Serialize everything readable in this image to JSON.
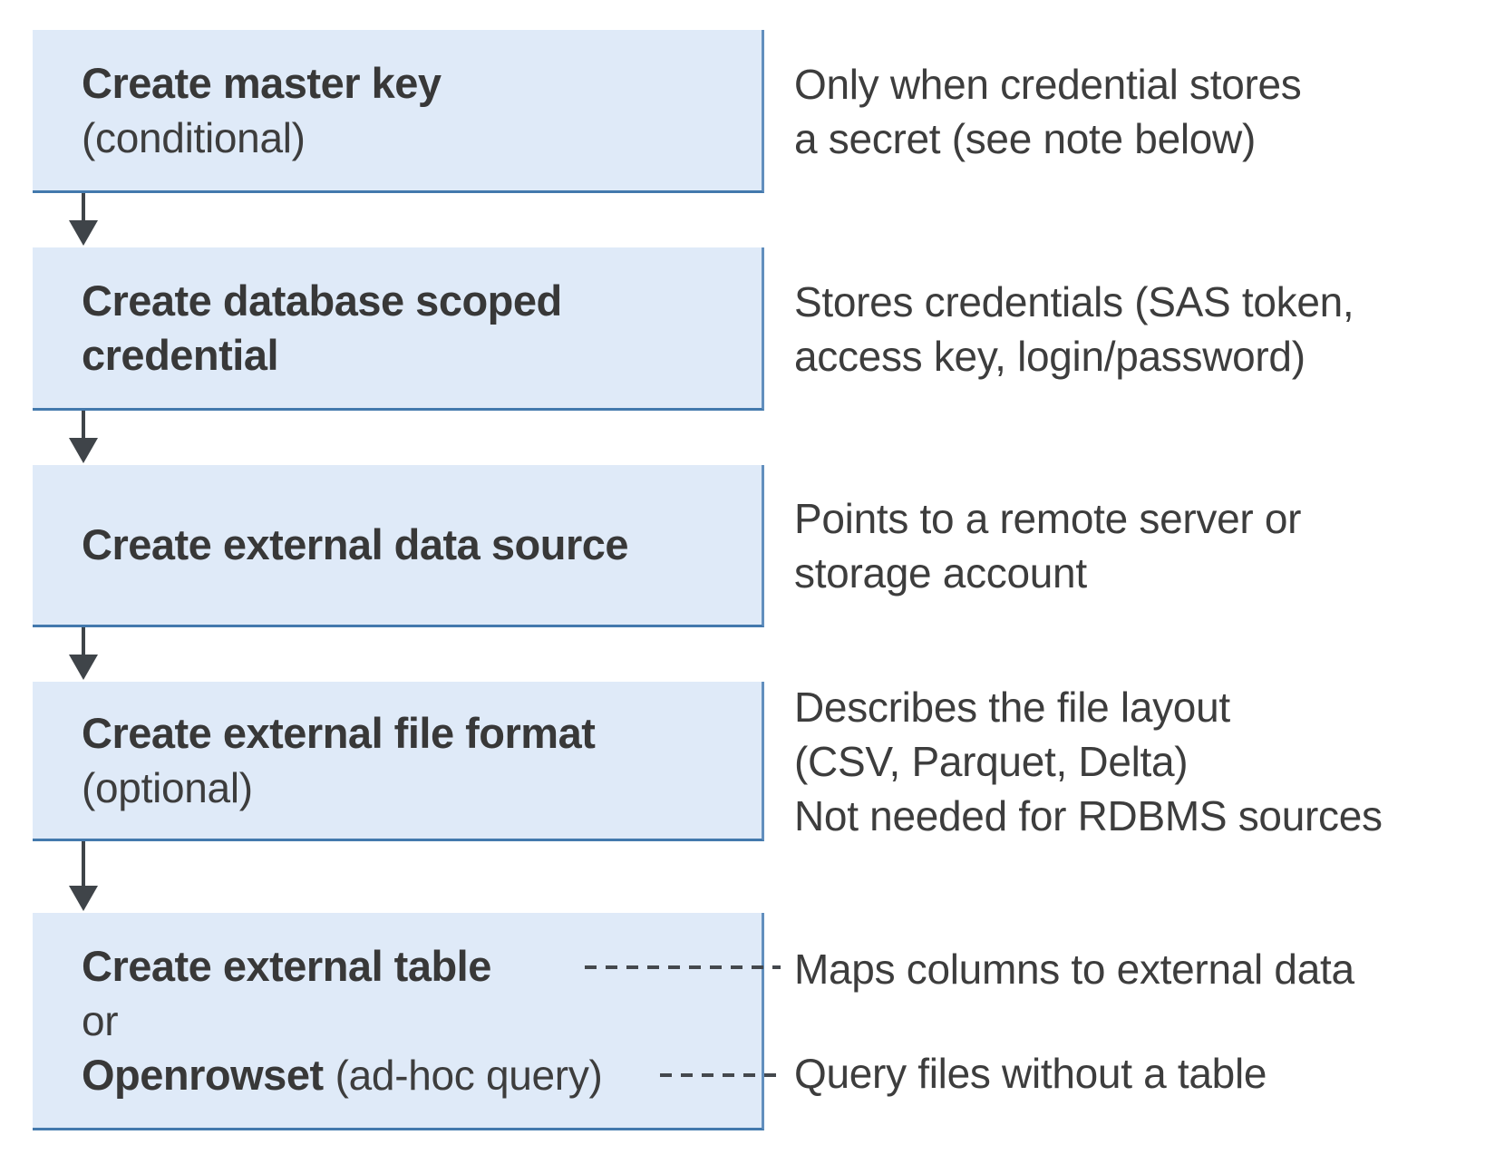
{
  "diagram": {
    "boxes": [
      {
        "title": "Create master key",
        "subtitle": "(conditional)"
      },
      {
        "title": "Create database scoped credential"
      },
      {
        "title": "Create external data source"
      },
      {
        "title": "Create external file format",
        "subtitle": "(optional)"
      },
      {
        "title": "Create external table",
        "or_label": "or",
        "alt_title": "Openrowset",
        "alt_suffix": "(ad-hoc query)"
      }
    ],
    "notes": [
      {
        "lines": [
          "Only when credential stores",
          "a secret (see note below)"
        ]
      },
      {
        "lines": [
          "Stores credentials (SAS token,",
          "access key, login/password)"
        ]
      },
      {
        "lines": [
          "Points to a remote server or",
          "storage account"
        ]
      },
      {
        "lines": [
          "Describes the file layout",
          "(CSV, Parquet, Delta)",
          "Not needed for RDBMS sources"
        ]
      },
      {
        "lines": [
          "Maps columns to external data"
        ]
      },
      {
        "lines": [
          "Query files without a table"
        ]
      }
    ],
    "colors": {
      "box_fill": "#dfeaf8",
      "box_border_right": "#628fbe",
      "box_border_bottom": "#4379ad",
      "text": "#3d3d3d",
      "title_text": "#383838",
      "connector": "#3f4449"
    }
  }
}
